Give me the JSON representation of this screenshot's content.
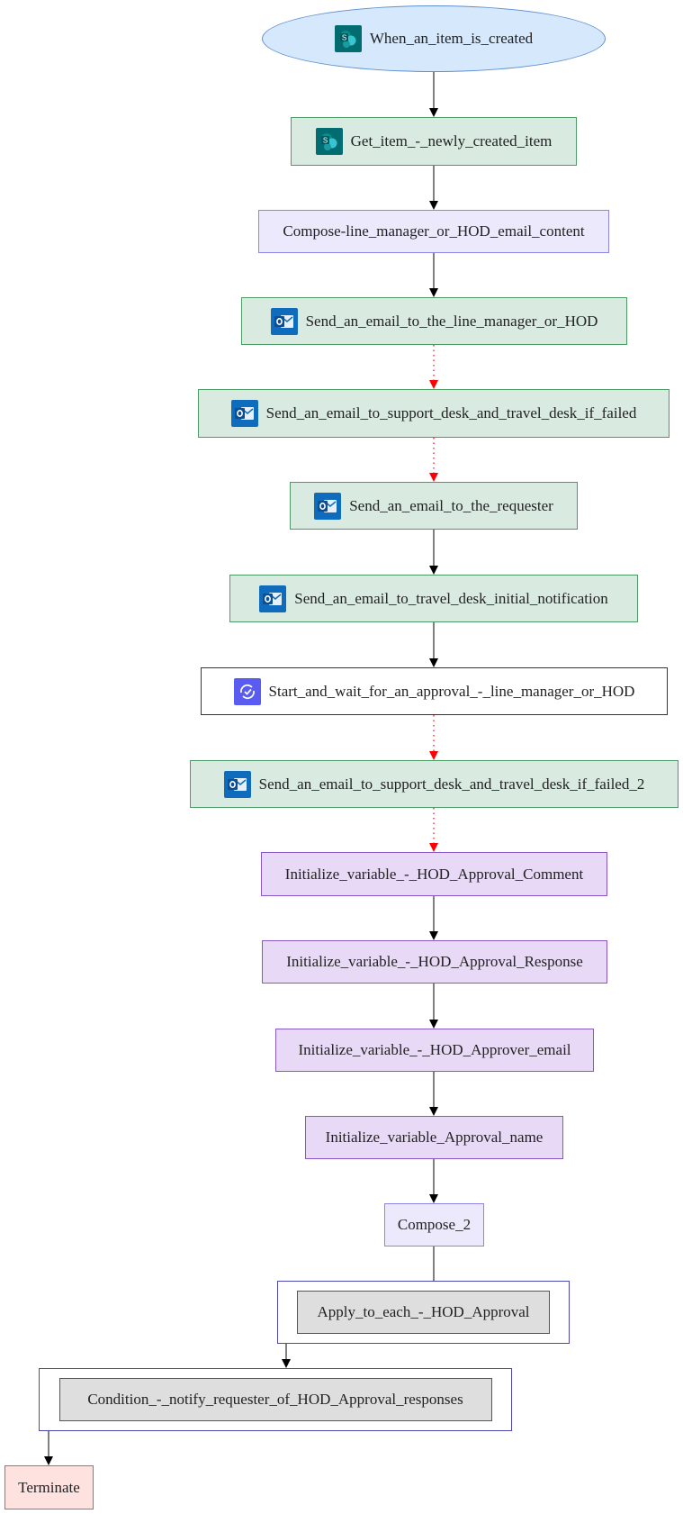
{
  "diagram": {
    "nodes": [
      {
        "id": "trigger",
        "label": "When_an_item_is_created",
        "icon": "sharepoint-icon"
      },
      {
        "id": "get_item",
        "label": "Get_item_-_newly_created_item",
        "icon": "sharepoint-icon"
      },
      {
        "id": "compose_email",
        "label": "Compose-line_manager_or_HOD_email_content",
        "icon": ""
      },
      {
        "id": "send_lm",
        "label": "Send_an_email_to_the_line_manager_or_HOD",
        "icon": "outlook-icon"
      },
      {
        "id": "send_support",
        "label": "Send_an_email_to_support_desk_and_travel_desk_if_failed",
        "icon": "outlook-icon"
      },
      {
        "id": "send_requester",
        "label": "Send_an_email_to_the_requester",
        "icon": "outlook-icon"
      },
      {
        "id": "send_travel",
        "label": "Send_an_email_to_travel_desk_initial_notification",
        "icon": "outlook-icon"
      },
      {
        "id": "approval",
        "label": "Start_and_wait_for_an_approval_-_line_manager_or_HOD",
        "icon": "approvals-icon"
      },
      {
        "id": "send_support_2",
        "label": "Send_an_email_to_support_desk_and_travel_desk_if_failed_2",
        "icon": "outlook-icon"
      },
      {
        "id": "init_comment",
        "label": "Initialize_variable_-_HOD_Approval_Comment",
        "icon": ""
      },
      {
        "id": "init_response",
        "label": "Initialize_variable_-_HOD_Approval_Response",
        "icon": ""
      },
      {
        "id": "init_email",
        "label": "Initialize_variable_-_HOD_Approver_email",
        "icon": ""
      },
      {
        "id": "init_name",
        "label": "Initialize_variable_Approval_name",
        "icon": ""
      },
      {
        "id": "compose_2",
        "label": "Compose_2",
        "icon": ""
      },
      {
        "id": "apply_each",
        "label": "Apply_to_each_-_HOD_Approval",
        "icon": ""
      },
      {
        "id": "condition",
        "label": "Condition_-_notify_requester_of_HOD_Approval_responses",
        "icon": ""
      },
      {
        "id": "terminate",
        "label": "Terminate",
        "icon": ""
      }
    ],
    "edges": [
      {
        "from": "trigger",
        "to": "get_item",
        "kind": "normal"
      },
      {
        "from": "get_item",
        "to": "compose_email",
        "kind": "normal"
      },
      {
        "from": "compose_email",
        "to": "send_lm",
        "kind": "normal"
      },
      {
        "from": "send_lm",
        "to": "send_support",
        "kind": "failure"
      },
      {
        "from": "send_support",
        "to": "send_requester",
        "kind": "failure"
      },
      {
        "from": "send_requester",
        "to": "send_travel",
        "kind": "normal"
      },
      {
        "from": "send_travel",
        "to": "approval",
        "kind": "normal"
      },
      {
        "from": "approval",
        "to": "send_support_2",
        "kind": "failure"
      },
      {
        "from": "send_support_2",
        "to": "init_comment",
        "kind": "failure"
      },
      {
        "from": "init_comment",
        "to": "init_response",
        "kind": "normal"
      },
      {
        "from": "init_response",
        "to": "init_email",
        "kind": "normal"
      },
      {
        "from": "init_email",
        "to": "init_name",
        "kind": "normal"
      },
      {
        "from": "init_name",
        "to": "compose_2",
        "kind": "normal"
      },
      {
        "from": "compose_2",
        "to": "apply_each",
        "kind": "normal"
      },
      {
        "from": "apply_each",
        "to": "condition",
        "kind": "normal"
      },
      {
        "from": "condition",
        "to": "terminate",
        "kind": "normal"
      }
    ],
    "colors": {
      "edge_normal": "#000000",
      "edge_failure": "#ff0000"
    }
  }
}
